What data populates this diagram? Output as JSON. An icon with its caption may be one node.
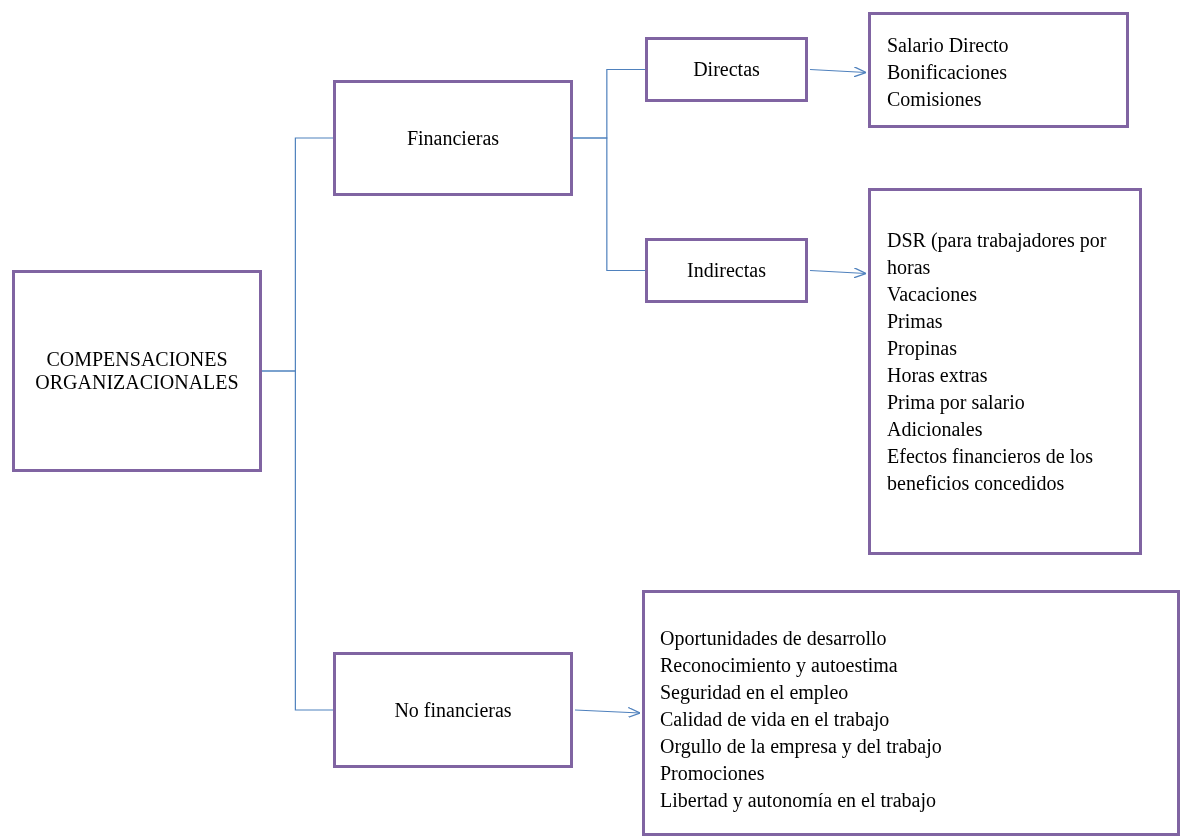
{
  "diagram": {
    "nodes": [
      {
        "text": [
          "COMPENSACIONES ORGANIZACIONALES"
        ]
      },
      {
        "text": [
          "Financieras"
        ]
      },
      {
        "text": [
          "No financieras"
        ]
      },
      {
        "text": [
          "Directas"
        ]
      },
      {
        "text": [
          "Indirectas"
        ]
      },
      {
        "text": [
          "Salario Directo",
          "Bonificaciones",
          "Comisiones"
        ]
      },
      {
        "text": [
          "DSR (para trabajadores por horas",
          "Vacaciones",
          "Primas",
          "Propinas",
          "Horas extras",
          "Prima por salario",
          "Adicionales",
          "Efectos financieros de los beneficios concedidos"
        ]
      },
      {
        "text": [
          "Oportunidades de desarrollo",
          "Reconocimiento y autoestima",
          "Seguridad en el empleo",
          "Calidad de vida en el trabajo",
          "Orgullo de la empresa y del trabajo",
          "Promociones",
          "Libertad y autonomía en el trabajo"
        ]
      }
    ],
    "edges": [
      {
        "from": 0,
        "to": 1,
        "arrow": "none"
      },
      {
        "from": 0,
        "to": 2,
        "arrow": "none"
      },
      {
        "from": 1,
        "to": 3,
        "arrow": "none"
      },
      {
        "from": 1,
        "to": 4,
        "arrow": "none"
      },
      {
        "from": 3,
        "to": 5,
        "arrow": "to"
      },
      {
        "from": 4,
        "to": 6,
        "arrow": "to"
      },
      {
        "from": 2,
        "to": 7,
        "arrow": "to"
      }
    ]
  }
}
